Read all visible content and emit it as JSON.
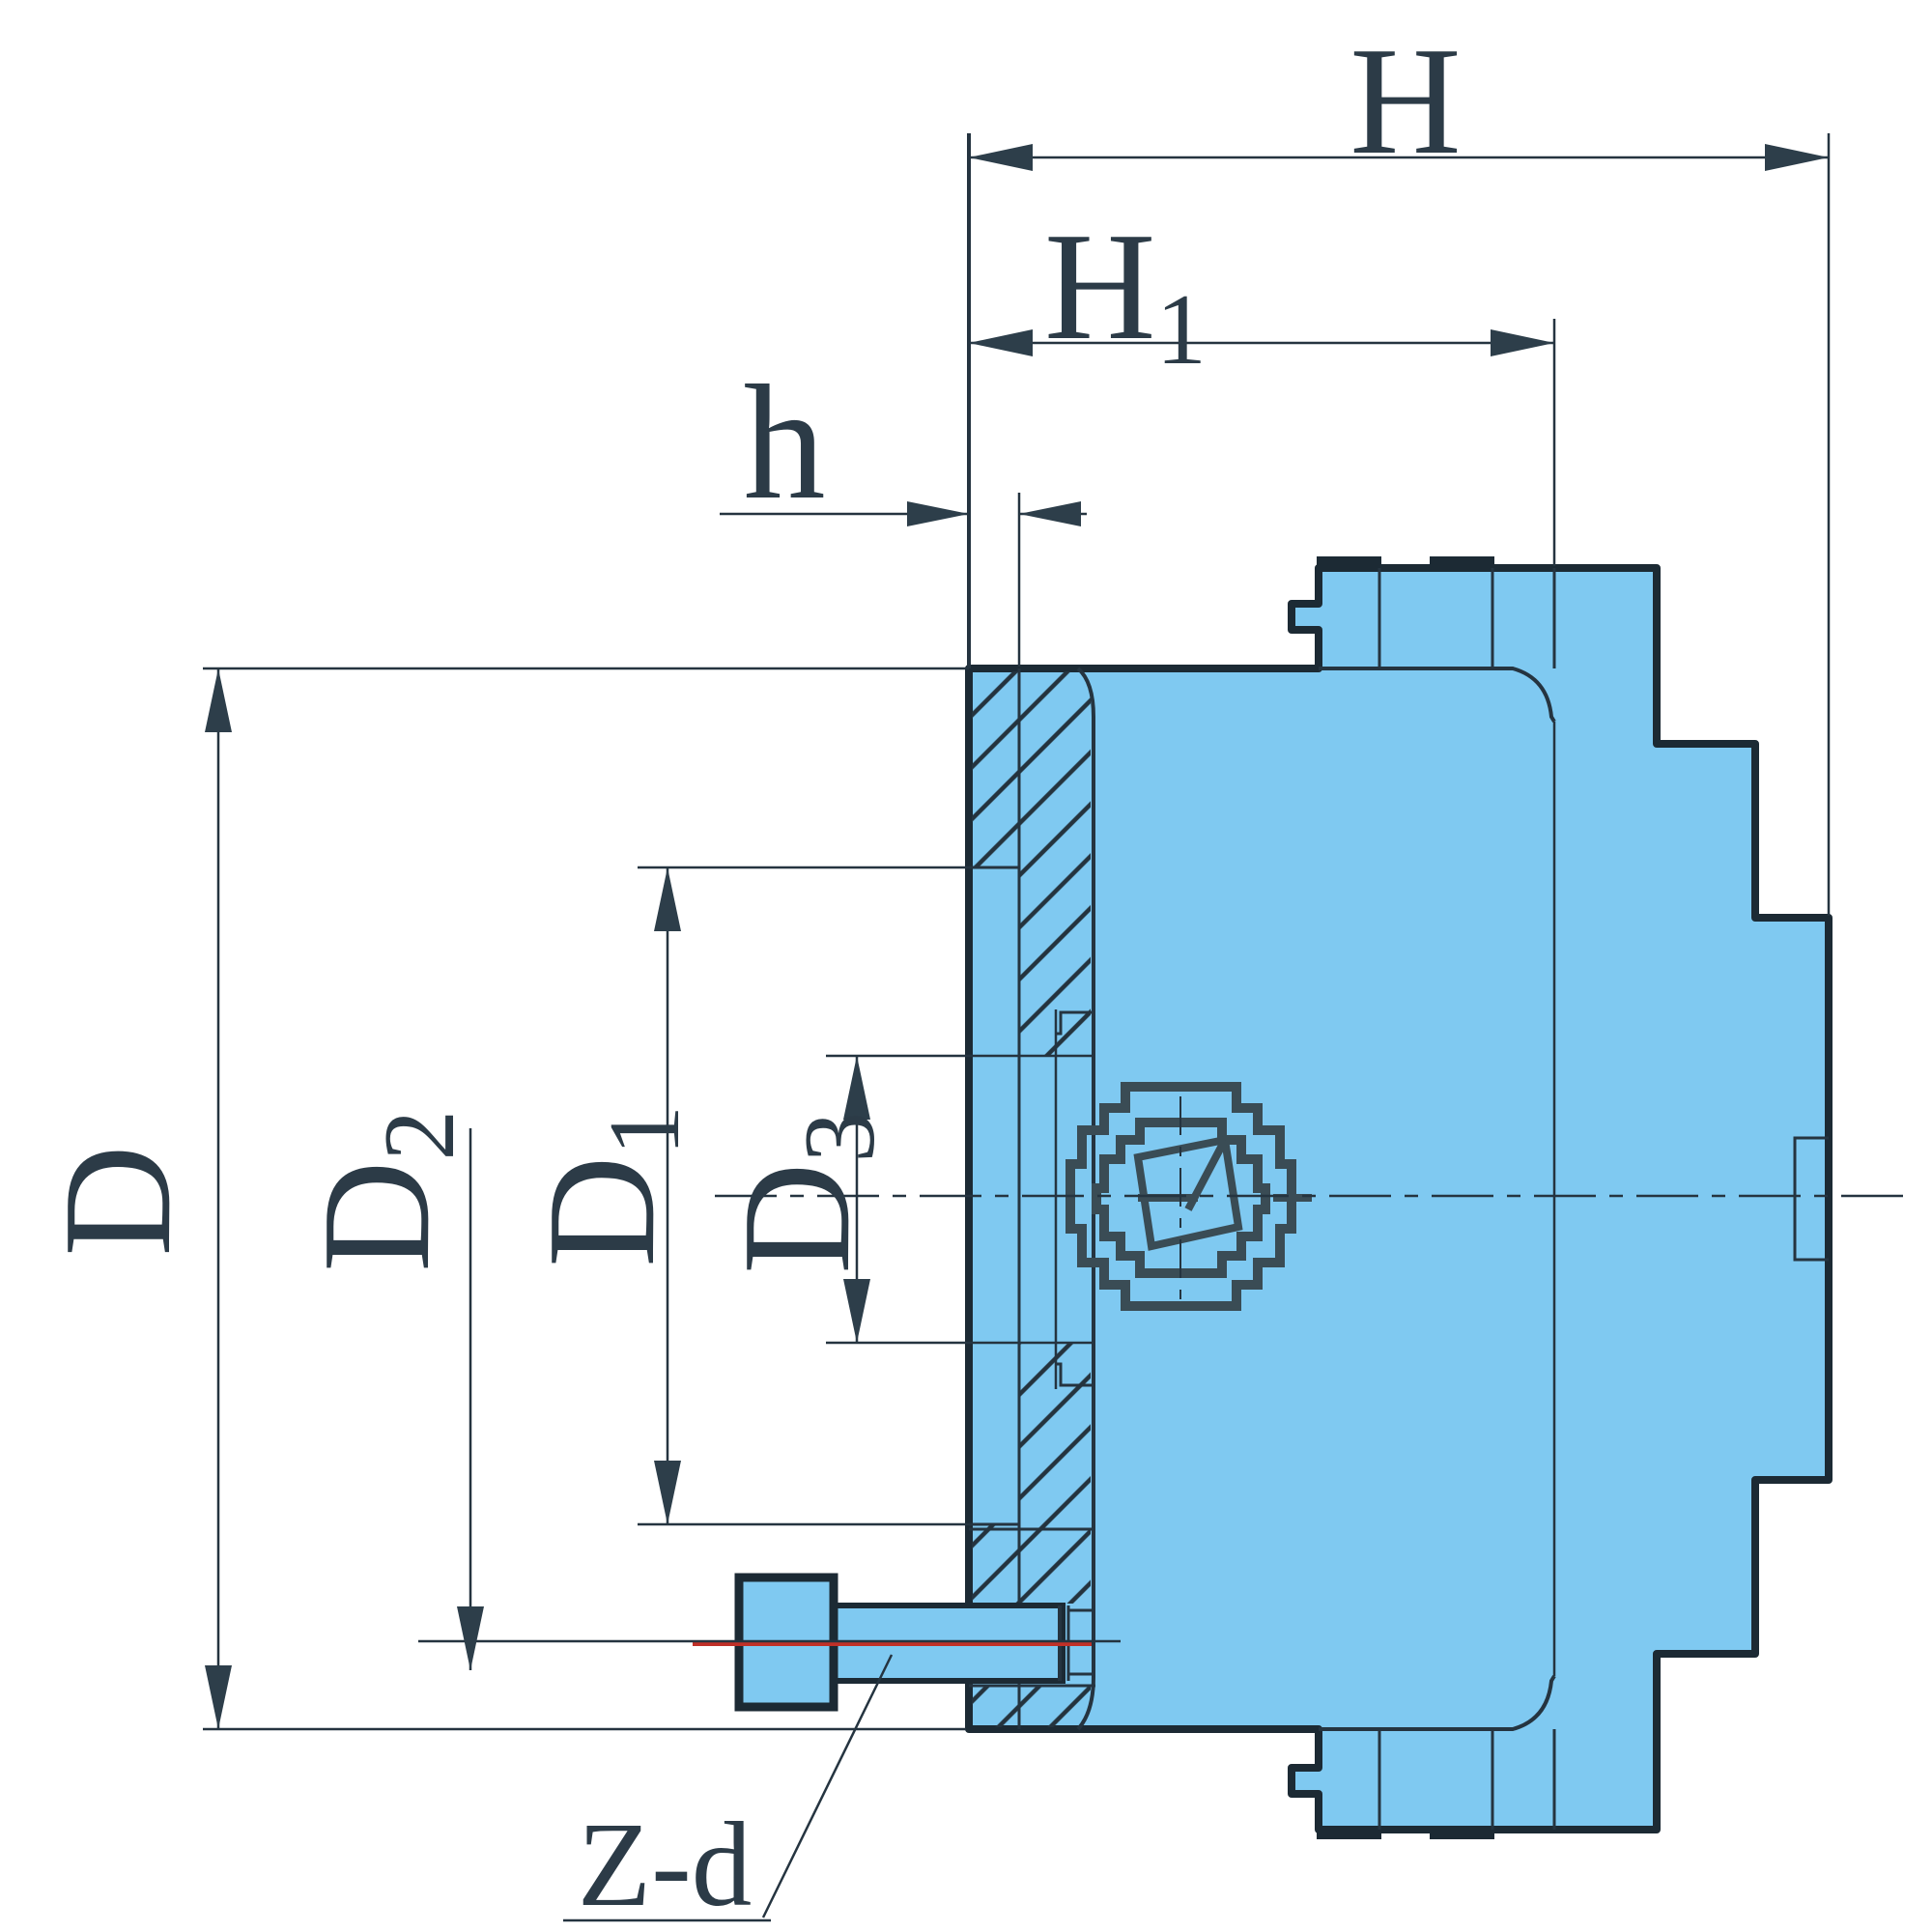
{
  "drawing": {
    "type": "technical-cross-section",
    "labels": {
      "H": {
        "main": "H"
      },
      "H1": {
        "main": "H",
        "sub": "1"
      },
      "h": {
        "main": "h"
      },
      "D": {
        "main": "D"
      },
      "D2": {
        "main": "D",
        "sub": "2"
      },
      "D1": {
        "main": "D",
        "sub": "1"
      },
      "D3": {
        "main": "D",
        "sub": "3"
      },
      "Zd": {
        "main": "Z-d"
      }
    },
    "colors": {
      "background": "#ffffff",
      "part_fill": "#7fc9f1",
      "outline": "#1c2a34",
      "line": "#253440",
      "hatch": "#24333e",
      "arrow": "#2d3e4a",
      "text": "#2c3b47",
      "red_line": "#c03028",
      "detail": "#3a4c55"
    }
  }
}
